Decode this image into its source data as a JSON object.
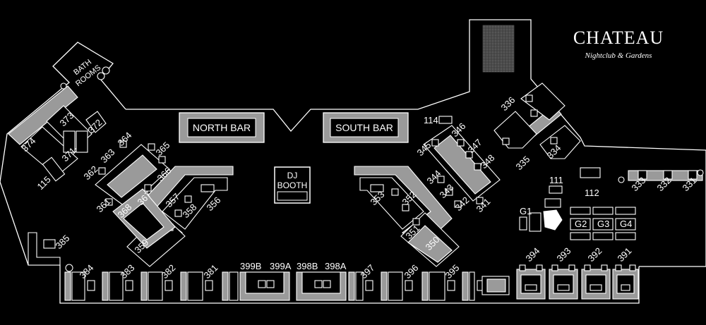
{
  "brand": {
    "title": "CHATEAU",
    "subtitle": "Nightclub & Gardens"
  },
  "bars": {
    "north": "NORTH BAR",
    "south": "SOUTH BAR"
  },
  "dj_booth": [
    "DJ",
    "BOOTH"
  ],
  "bathrooms": [
    "BATH",
    "ROOMS"
  ],
  "tables": {
    "t336": "336",
    "t334": "334",
    "t335": "335",
    "t114": "114",
    "t346": "346",
    "t345": "345",
    "t347": "347",
    "t348": "348",
    "t344": "344",
    "t343": "343",
    "t342": "342",
    "t341": "341",
    "t353": "353",
    "t352": "352",
    "t351": "351",
    "t350": "350",
    "t111": "111",
    "t112": "112",
    "t333": "333",
    "t332": "332",
    "t331": "331",
    "g1": "G1",
    "g2": "G2",
    "g3": "G3",
    "g4": "G4",
    "t394": "394",
    "t393": "393",
    "t392": "392",
    "t391": "391",
    "t374": "374",
    "t373": "373",
    "t372": "372",
    "t371": "371",
    "t115": "115",
    "t364": "364",
    "t363": "363",
    "t365": "365",
    "t362": "362",
    "t366": "366",
    "t361": "361",
    "t368": "368",
    "t367": "367",
    "t357": "357",
    "t358": "358",
    "t356": "356",
    "t359": "359",
    "t385": "385",
    "t384": "384",
    "t383": "383",
    "t382": "382",
    "t381": "381",
    "t399b": "399B",
    "t399a": "399A",
    "t398b": "398B",
    "t398a": "398A",
    "t397": "397",
    "t396": "396",
    "t395": "395"
  }
}
